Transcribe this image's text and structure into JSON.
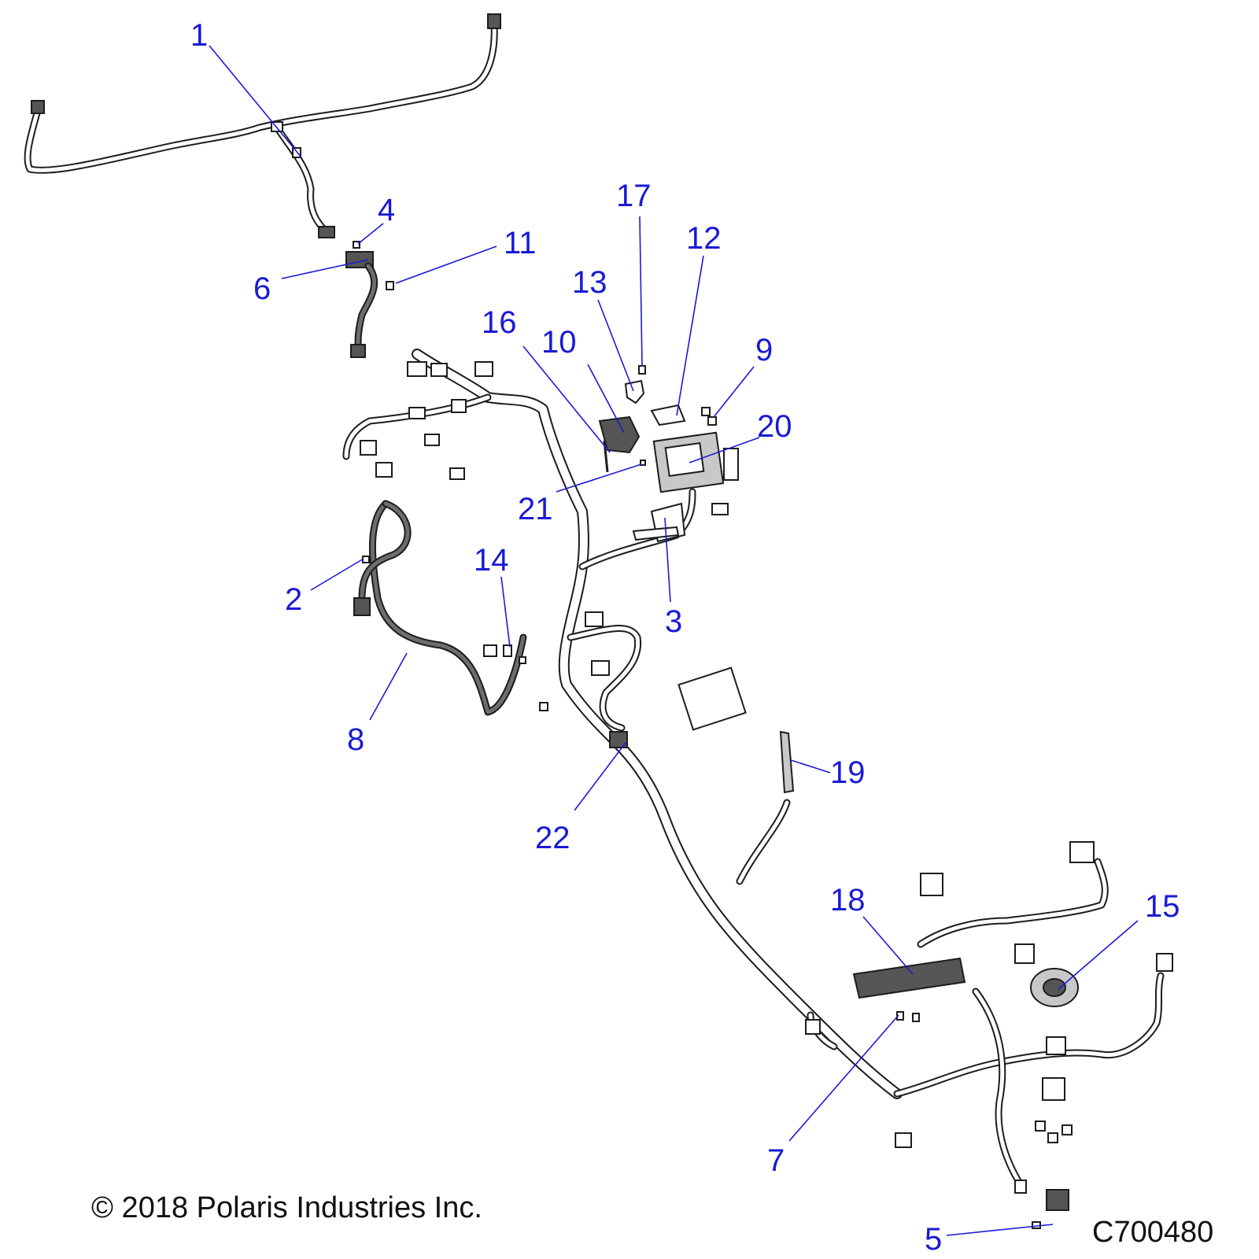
{
  "copyright": "© 2018 Polaris Industries Inc.",
  "drawing_code": "C700480",
  "colors": {
    "callout": "#1a1ad6",
    "line_art": "#1c1c1c"
  },
  "callouts": [
    {
      "id": "c1",
      "label": "1"
    },
    {
      "id": "c2",
      "label": "2"
    },
    {
      "id": "c3",
      "label": "3"
    },
    {
      "id": "c4",
      "label": "4"
    },
    {
      "id": "c5",
      "label": "5"
    },
    {
      "id": "c6",
      "label": "6"
    },
    {
      "id": "c7",
      "label": "7"
    },
    {
      "id": "c8",
      "label": "8"
    },
    {
      "id": "c9",
      "label": "9"
    },
    {
      "id": "c10",
      "label": "10"
    },
    {
      "id": "c11",
      "label": "11"
    },
    {
      "id": "c12",
      "label": "12"
    },
    {
      "id": "c13",
      "label": "13"
    },
    {
      "id": "c14",
      "label": "14"
    },
    {
      "id": "c15",
      "label": "15"
    },
    {
      "id": "c16",
      "label": "16"
    },
    {
      "id": "c17",
      "label": "17"
    },
    {
      "id": "c18",
      "label": "18"
    },
    {
      "id": "c19",
      "label": "19"
    },
    {
      "id": "c20",
      "label": "20"
    },
    {
      "id": "c21",
      "label": "21"
    },
    {
      "id": "c22",
      "label": "22"
    }
  ]
}
